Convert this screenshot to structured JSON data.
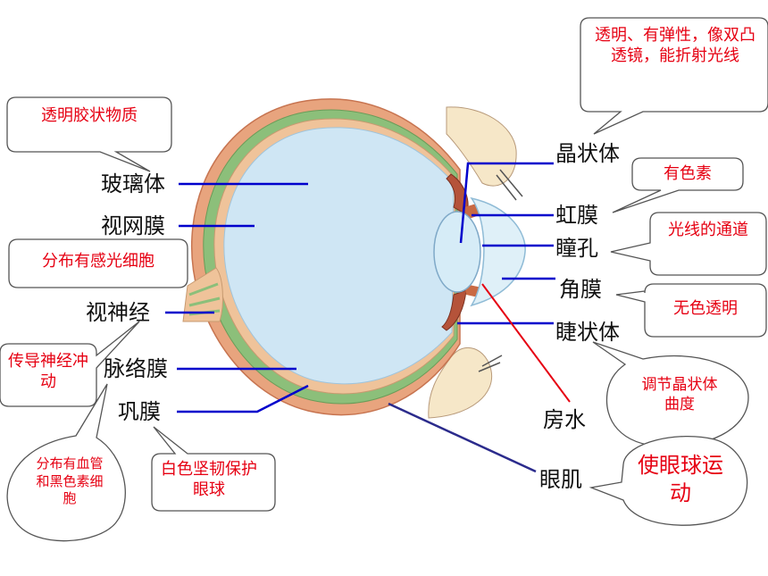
{
  "labels": {
    "vitreous": "玻璃体",
    "retina": "视网膜",
    "optic_nerve": "视神经",
    "choroid": "脉络膜",
    "sclera": "巩膜",
    "lens": "晶状体",
    "iris": "虹膜",
    "pupil": "瞳孔",
    "cornea": "角膜",
    "ciliary_body": "睫状体",
    "aqueous": "房水",
    "eye_muscle": "眼肌"
  },
  "notes": {
    "vitreous": "透明胶状物质",
    "retina": "分布有感光细胞",
    "optic_nerve": "传导神经冲动",
    "choroid": "分布有血管和黑色素细胞",
    "sclera": "白色坚韧保护眼球",
    "lens": "透明、有弹性，像双凸透镜，能折射光线",
    "iris": "有色素",
    "pupil": "光线的通道",
    "cornea": "无色透明",
    "ciliary_body": "调节晶状体曲度",
    "eye_muscle": "使眼球运动"
  },
  "colors": {
    "leader_line": "#0000cc",
    "aqueous_line": "#e60012",
    "muscle_line": "#2b2b8c",
    "note_text": "#e60012",
    "vitreous_fill": "#cfe6f4",
    "sclera_band": "#e8a47e",
    "choroid_band": "#8cbf7a"
  }
}
